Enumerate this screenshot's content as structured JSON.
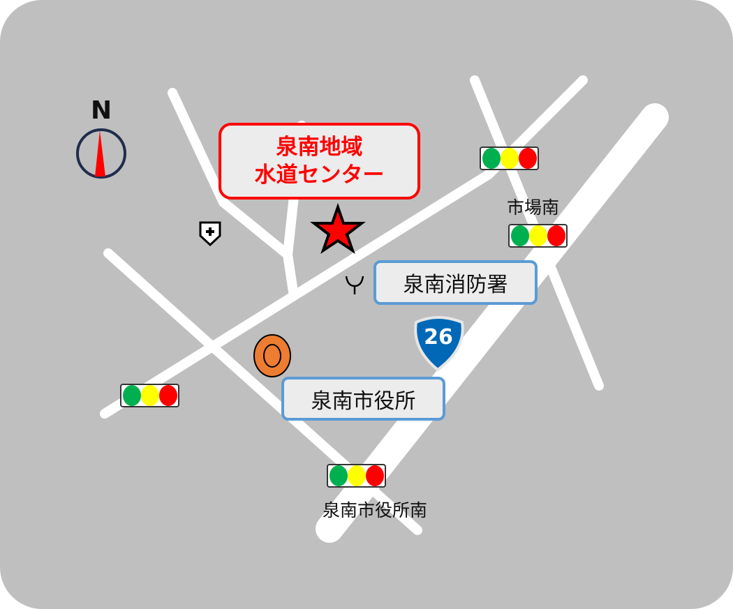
{
  "map": {
    "compass_label": "N",
    "facility": {
      "line1": "泉南地域",
      "line2": "水道センター"
    },
    "fire_station": "泉南消防署",
    "city_hall": "泉南市役所",
    "route_number": "26",
    "intersections": [
      "市場南",
      "泉南市役所南"
    ],
    "icons": [
      "compass-icon",
      "star-icon",
      "hospital-icon",
      "fire-station-icon",
      "post-office-icon",
      "route-shield-icon",
      "traffic-light-icon"
    ],
    "colors": {
      "background": "#bfbfbf",
      "road": "#ffffff",
      "accent_red": "#ff0000",
      "box_blue": "#5b9bd5",
      "route_blue": "#0068b7",
      "signal_green": "#00b050",
      "signal_yellow": "#ffff00",
      "signal_red": "#ff0000"
    }
  }
}
